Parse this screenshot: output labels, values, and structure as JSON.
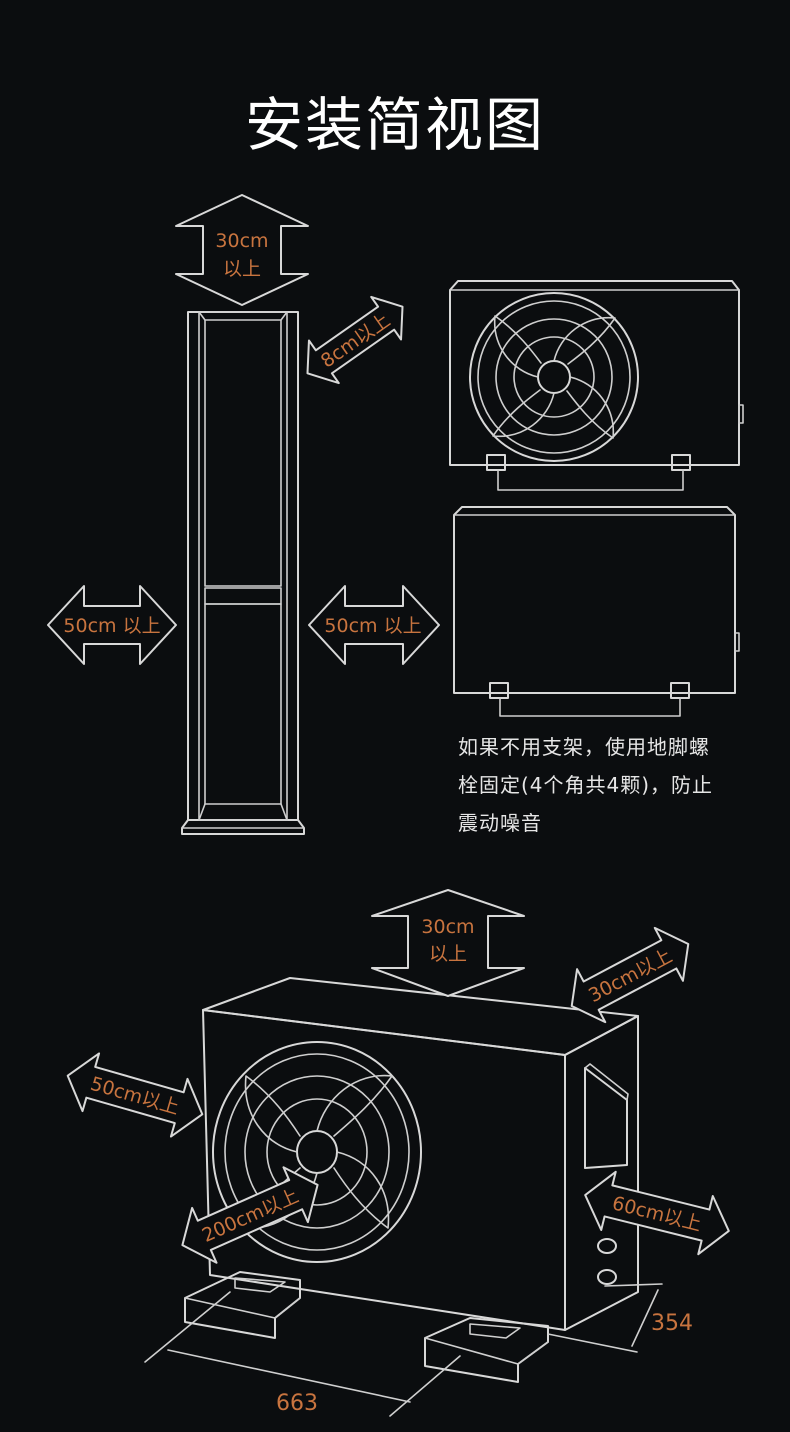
{
  "title": "安装简视图",
  "indoor_clearances": {
    "top_line1": "30cm",
    "top_line2": "以上",
    "back": "8cm以上",
    "left": "50cm 以上",
    "right": "50cm 以上"
  },
  "mounting_note": {
    "line1": "如果不用支架，使用地脚螺",
    "line2": "栓固定(4个角共4颗)，防止",
    "line3": "震动噪音"
  },
  "outdoor_clearances": {
    "top_line1": "30cm",
    "top_line2": "以上",
    "back": "30cm以上",
    "left": "50cm以上",
    "front": "200cm以上",
    "side": "60cm以上"
  },
  "dimensions": {
    "width": "663",
    "depth": "354"
  },
  "colors": {
    "background": "#0b0d0f",
    "line": "#d8d8d8",
    "label": "#c8743f",
    "title": "#ffffff"
  }
}
